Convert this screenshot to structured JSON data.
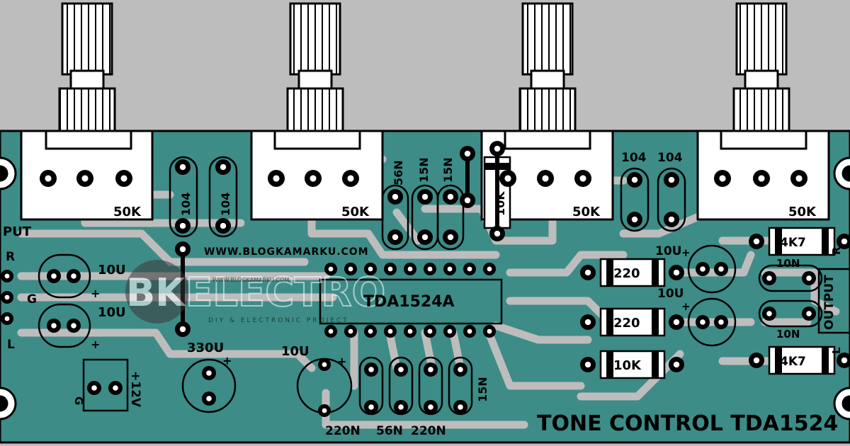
{
  "title": "TONE CONTROL TDA1524",
  "website": "WWW.BLOGKAMARKU.COM",
  "watermark": {
    "logo": "BK",
    "brand": "ELECTRO",
    "tagline": "DIY & ELECTRONIC PROJECT",
    "url": "WWW.BLOGKAMARKU.COM"
  },
  "colors": {
    "board": "#3d8c87",
    "background": "#bdbdbd",
    "trace": "#bdbdbd",
    "outline": "#000000"
  },
  "ic": {
    "label": "TDA1524A"
  },
  "input_connector": {
    "label": "PUT",
    "pins": [
      "R",
      "G",
      "L"
    ]
  },
  "output_connector": {
    "label": "OUTPUT",
    "pins": [
      "R",
      "L"
    ]
  },
  "power_connector": {
    "ground": "G",
    "voltage": "+12V"
  },
  "potentiometers": [
    {
      "value": "50K"
    },
    {
      "value": "50K"
    },
    {
      "value": "50K"
    },
    {
      "value": "50K"
    }
  ],
  "capacitors": {
    "c104_a": "104",
    "c104_b": "104",
    "c104_c": "104",
    "c104_d": "104",
    "c56n_top": "56N",
    "c15n_top_a": "15N",
    "c15n_top_b": "15N",
    "c10u_in_r": "10U",
    "c10u_in_l": "10U",
    "c330u": "330U",
    "c10u_bottom": "10U",
    "c10u_out_r": "10U",
    "c10u_out_l": "10U",
    "c10n_out_r": "10N",
    "c10n_out_l": "10N",
    "c220n_a": "220N",
    "c56n_bottom": "56N",
    "c220n_b": "220N",
    "c15n_bottom": "15N"
  },
  "resistors": {
    "r10k_vertical": "10K",
    "r220_a": "220",
    "r220_b": "220",
    "r10k_bottom": "10K",
    "r4k7_top": "4K7",
    "r4k7_bottom": "4K7"
  },
  "polarity_mark": "+"
}
